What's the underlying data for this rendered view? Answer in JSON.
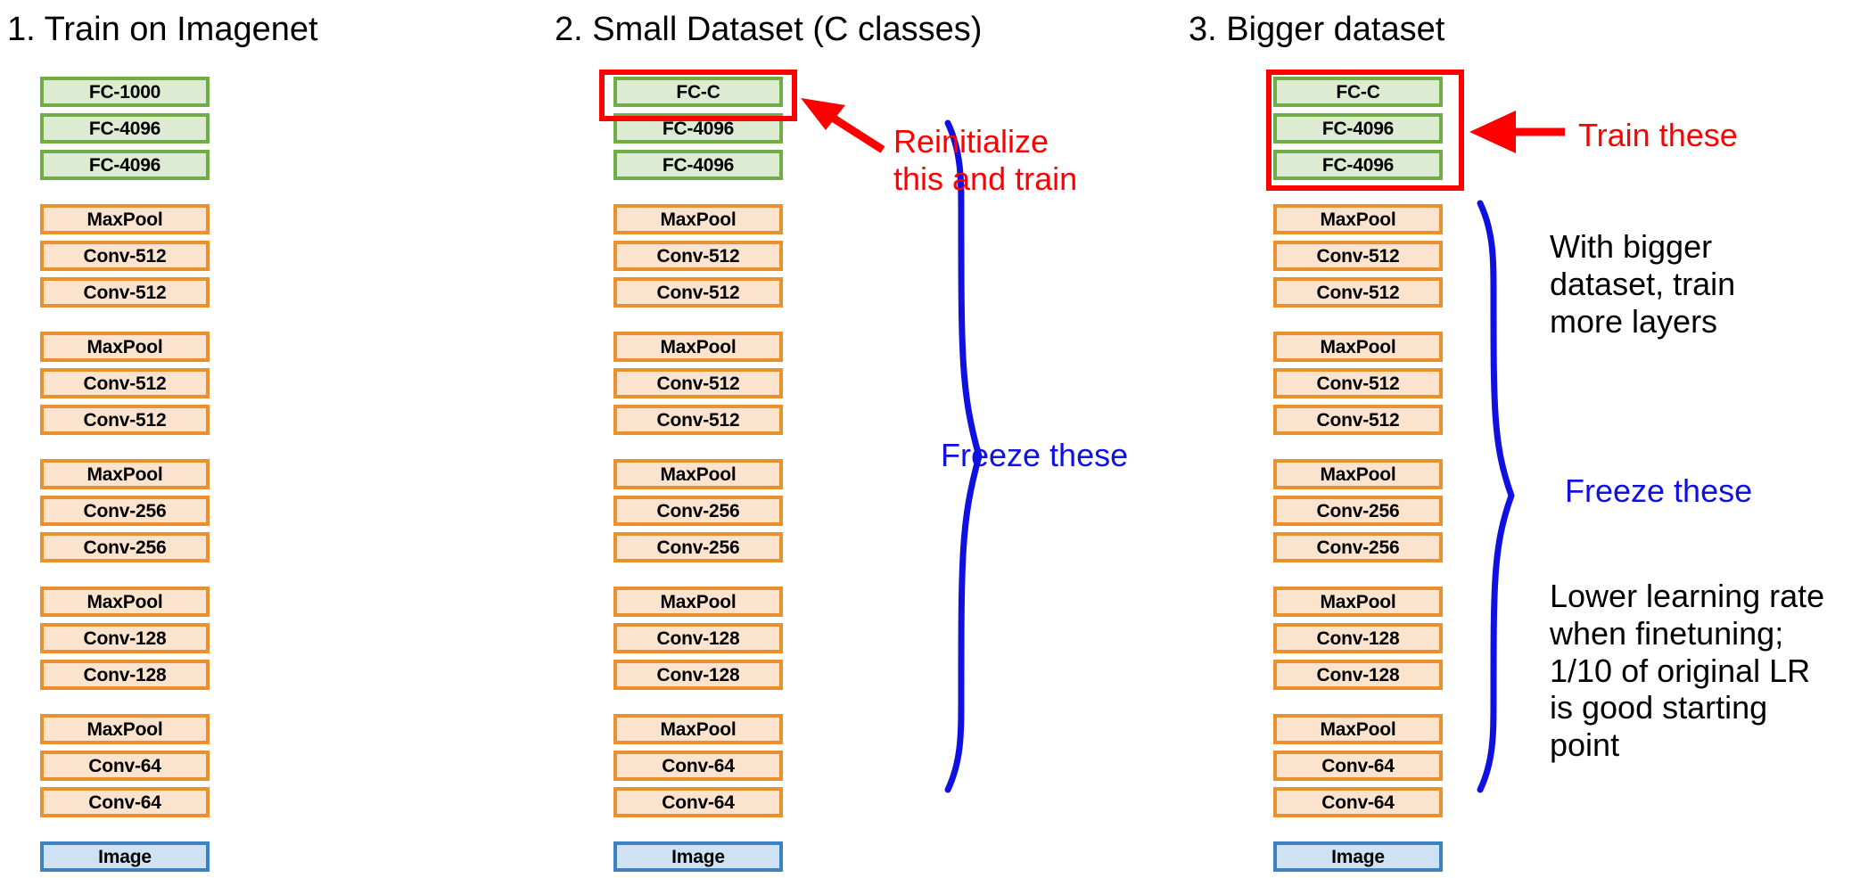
{
  "columns": [
    {
      "id": "col1",
      "title": "1. Train on Imagenet",
      "layers": [
        {
          "label": "FC-1000",
          "type": "green"
        },
        {
          "label": "FC-4096",
          "type": "green"
        },
        {
          "label": "FC-4096",
          "type": "green"
        },
        {
          "label": "MaxPool",
          "type": "orange"
        },
        {
          "label": "Conv-512",
          "type": "orange"
        },
        {
          "label": "Conv-512",
          "type": "orange"
        },
        {
          "label": "MaxPool",
          "type": "orange"
        },
        {
          "label": "Conv-512",
          "type": "orange"
        },
        {
          "label": "Conv-512",
          "type": "orange"
        },
        {
          "label": "MaxPool",
          "type": "orange"
        },
        {
          "label": "Conv-256",
          "type": "orange"
        },
        {
          "label": "Conv-256",
          "type": "orange"
        },
        {
          "label": "MaxPool",
          "type": "orange"
        },
        {
          "label": "Conv-128",
          "type": "orange"
        },
        {
          "label": "Conv-128",
          "type": "orange"
        },
        {
          "label": "MaxPool",
          "type": "orange"
        },
        {
          "label": "Conv-64",
          "type": "orange"
        },
        {
          "label": "Conv-64",
          "type": "orange"
        },
        {
          "label": "Image",
          "type": "blue"
        }
      ],
      "annotations": []
    },
    {
      "id": "col2",
      "title": "2. Small Dataset (C classes)",
      "layers": [
        {
          "label": "FC-C",
          "type": "green"
        },
        {
          "label": "FC-4096",
          "type": "green"
        },
        {
          "label": "FC-4096",
          "type": "green"
        },
        {
          "label": "MaxPool",
          "type": "orange"
        },
        {
          "label": "Conv-512",
          "type": "orange"
        },
        {
          "label": "Conv-512",
          "type": "orange"
        },
        {
          "label": "MaxPool",
          "type": "orange"
        },
        {
          "label": "Conv-512",
          "type": "orange"
        },
        {
          "label": "Conv-512",
          "type": "orange"
        },
        {
          "label": "MaxPool",
          "type": "orange"
        },
        {
          "label": "Conv-256",
          "type": "orange"
        },
        {
          "label": "Conv-256",
          "type": "orange"
        },
        {
          "label": "MaxPool",
          "type": "orange"
        },
        {
          "label": "Conv-128",
          "type": "orange"
        },
        {
          "label": "Conv-128",
          "type": "orange"
        },
        {
          "label": "MaxPool",
          "type": "orange"
        },
        {
          "label": "Conv-64",
          "type": "orange"
        },
        {
          "label": "Conv-64",
          "type": "orange"
        },
        {
          "label": "Image",
          "type": "blue"
        }
      ],
      "annotations": [
        {
          "text": "Reinitialize\nthis and train",
          "color": "red"
        },
        {
          "text": "Freeze these",
          "color": "blue"
        }
      ]
    },
    {
      "id": "col3",
      "title": "3. Bigger dataset",
      "layers": [
        {
          "label": "FC-C",
          "type": "green"
        },
        {
          "label": "FC-4096",
          "type": "green"
        },
        {
          "label": "FC-4096",
          "type": "green"
        },
        {
          "label": "MaxPool",
          "type": "orange"
        },
        {
          "label": "Conv-512",
          "type": "orange"
        },
        {
          "label": "Conv-512",
          "type": "orange"
        },
        {
          "label": "MaxPool",
          "type": "orange"
        },
        {
          "label": "Conv-512",
          "type": "orange"
        },
        {
          "label": "Conv-512",
          "type": "orange"
        },
        {
          "label": "MaxPool",
          "type": "orange"
        },
        {
          "label": "Conv-256",
          "type": "orange"
        },
        {
          "label": "Conv-256",
          "type": "orange"
        },
        {
          "label": "MaxPool",
          "type": "orange"
        },
        {
          "label": "Conv-128",
          "type": "orange"
        },
        {
          "label": "Conv-128",
          "type": "orange"
        },
        {
          "label": "MaxPool",
          "type": "orange"
        },
        {
          "label": "Conv-64",
          "type": "orange"
        },
        {
          "label": "Conv-64",
          "type": "orange"
        },
        {
          "label": "Image",
          "type": "blue"
        }
      ],
      "annotations": [
        {
          "text": "Train these",
          "color": "red"
        },
        {
          "text": "With bigger\ndataset, train\nmore layers",
          "color": "black"
        },
        {
          "text": "Freeze these",
          "color": "blue"
        },
        {
          "text": "Lower learning rate\nwhen finetuning;\n1/10 of original LR\nis good starting\npoint",
          "color": "black"
        }
      ]
    }
  ],
  "annotations": {
    "reinitialize": "Reinitialize\nthis and train",
    "freeze_col2": "Freeze these",
    "train_these": "Train these",
    "with_bigger": "With bigger\ndataset, train\nmore layers",
    "freeze_col3": "Freeze these",
    "lower_lr": "Lower learning rate\nwhen finetuning;\n1/10 of original LR\nis good starting\npoint"
  },
  "colors": {
    "green_border": "#71AD47",
    "green_fill": "#DDEBD2",
    "orange_border": "#E8912E",
    "orange_fill": "#FBE3CE",
    "blue_border": "#3C81C4",
    "blue_fill": "#CFE2F3",
    "red_accent": "#FF0000",
    "blue_accent": "#1010E0",
    "background": "#FFFFFF"
  }
}
